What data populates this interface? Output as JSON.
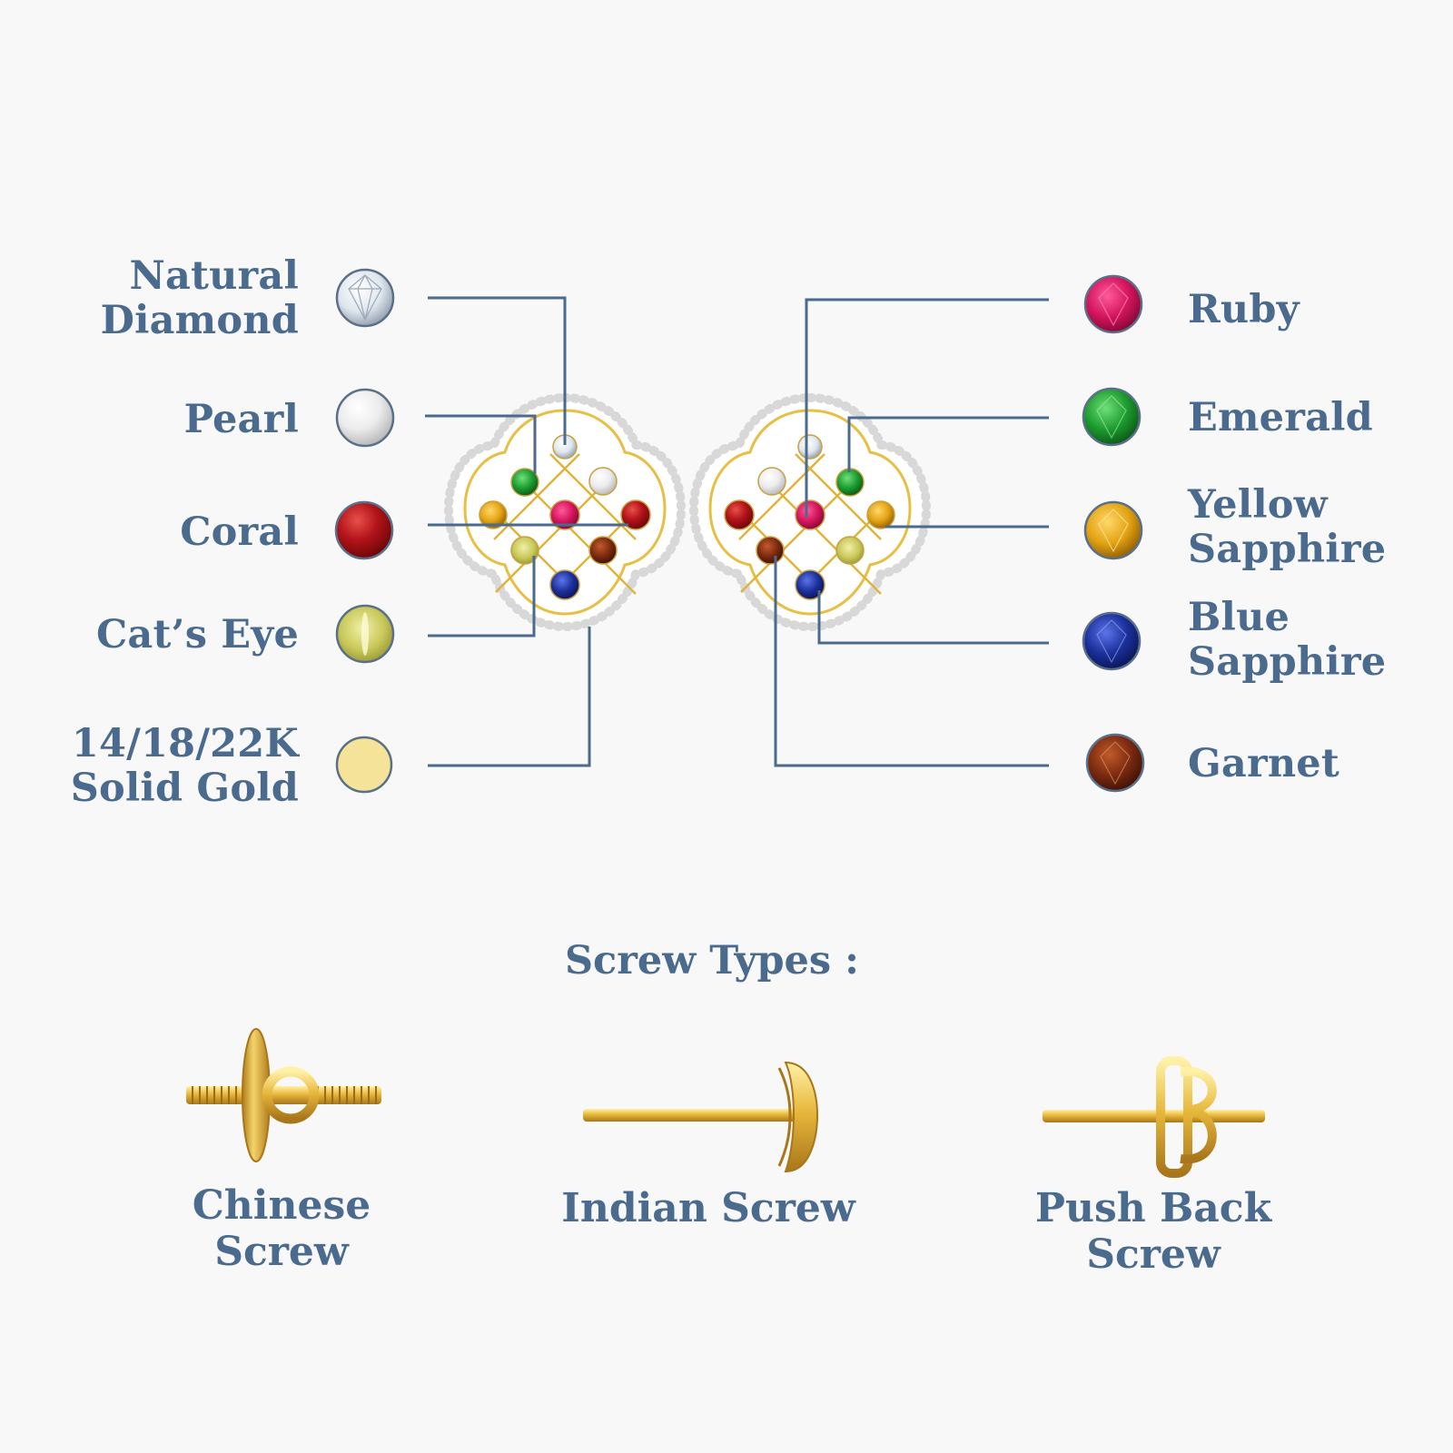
{
  "colors": {
    "label": "#4a6a8e",
    "leader": "#4a6a8e",
    "gold": "#f6e39a",
    "background": "#f8f8f8"
  },
  "left_legend": [
    {
      "name": "Natural Diamond",
      "lines": [
        "Natural",
        "Diamond"
      ],
      "color": "#e8eef4",
      "icon": "diamond-icon"
    },
    {
      "name": "Pearl",
      "lines": [
        "Pearl"
      ],
      "color": "#f2f2f2",
      "icon": "pearl-icon"
    },
    {
      "name": "Coral",
      "lines": [
        "Coral"
      ],
      "color": "#b3141a",
      "icon": "coral-icon"
    },
    {
      "name": "Cat's Eye",
      "lines": [
        "Cat’s Eye"
      ],
      "color": "#c9c85a",
      "icon": "cats-eye-icon"
    },
    {
      "name": "Solid Gold",
      "lines": [
        "14/18/22K",
        "Solid Gold"
      ],
      "color": "#f6e39a",
      "icon": "gold-swatch-icon"
    }
  ],
  "right_legend": [
    {
      "name": "Ruby",
      "lines": [
        "Ruby"
      ],
      "color": "#d3145c",
      "icon": "ruby-icon"
    },
    {
      "name": "Emerald",
      "lines": [
        "Emerald"
      ],
      "color": "#1c9a2e",
      "icon": "emerald-icon"
    },
    {
      "name": "Yellow Sapphire",
      "lines": [
        "Yellow",
        "Sapphire"
      ],
      "color": "#e3a313",
      "icon": "yellow-sapphire-icon"
    },
    {
      "name": "Blue Sapphire",
      "lines": [
        "Blue",
        "Sapphire"
      ],
      "color": "#1b2f9a",
      "icon": "blue-sapphire-icon"
    },
    {
      "name": "Garnet",
      "lines": [
        "Garnet"
      ],
      "color": "#7a2a10",
      "icon": "garnet-icon"
    }
  ],
  "screw_section": {
    "title": "Screw Types :",
    "types": [
      {
        "label": "Chinese Screw",
        "icon": "chinese-screw-icon"
      },
      {
        "label": "Indian Screw",
        "icon": "indian-screw-icon"
      },
      {
        "label": "Push Back Screw",
        "icon": "push-back-screw-icon"
      }
    ]
  }
}
